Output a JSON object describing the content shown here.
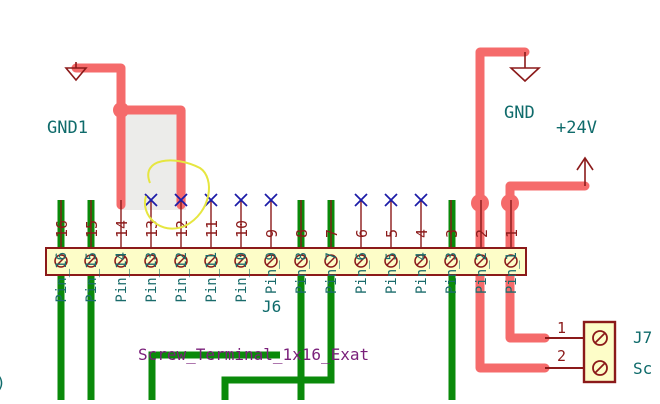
{
  "colors": {
    "wire_red": "#f56b6b",
    "wire_green": "#0a8a0a",
    "body_fill": "#fdfdc8",
    "outline": "#8b1a1a",
    "noconnect": "#1c1ca8",
    "text_teal": "#0f6b6b",
    "text_purple": "#7a1f7a",
    "highlight_circle": "#e6e640",
    "zone_fill": "#ececea"
  },
  "labels": {
    "gnd1": "GND1",
    "gnd": "GND",
    "plus24v": "+24V"
  },
  "connector_j6": {
    "ref": "J6",
    "value": "Screw_Terminal_1x16_Exat",
    "pin_numbers": [
      "16",
      "15",
      "14",
      "13",
      "12",
      "11",
      "10",
      "9",
      "8",
      "7",
      "6",
      "5",
      "4",
      "3",
      "2",
      "1"
    ],
    "pin_names": [
      "Pin_16",
      "Pin_15",
      "Pin_14",
      "Pin_13",
      "Pin_12",
      "Pin_11",
      "Pin_10",
      "Pin_9",
      "Pin_8",
      "Pin_7",
      "Pin_6",
      "Pin_5",
      "Pin_4",
      "Pin_3",
      "Pin_2",
      "Pin_1"
    ],
    "no_connect_pins": [
      "13",
      "12",
      "11",
      "10",
      "9",
      "6",
      "5",
      "4"
    ]
  },
  "connector_j7": {
    "ref": "J7",
    "value_partial": "Sc",
    "pin_numbers": [
      "1",
      "2"
    ]
  },
  "icons": {
    "ground": "ground-symbol-icon",
    "power": "power-arrow-icon",
    "no_connect": "no-connect-x-icon",
    "terminal": "screw-terminal-icon"
  }
}
